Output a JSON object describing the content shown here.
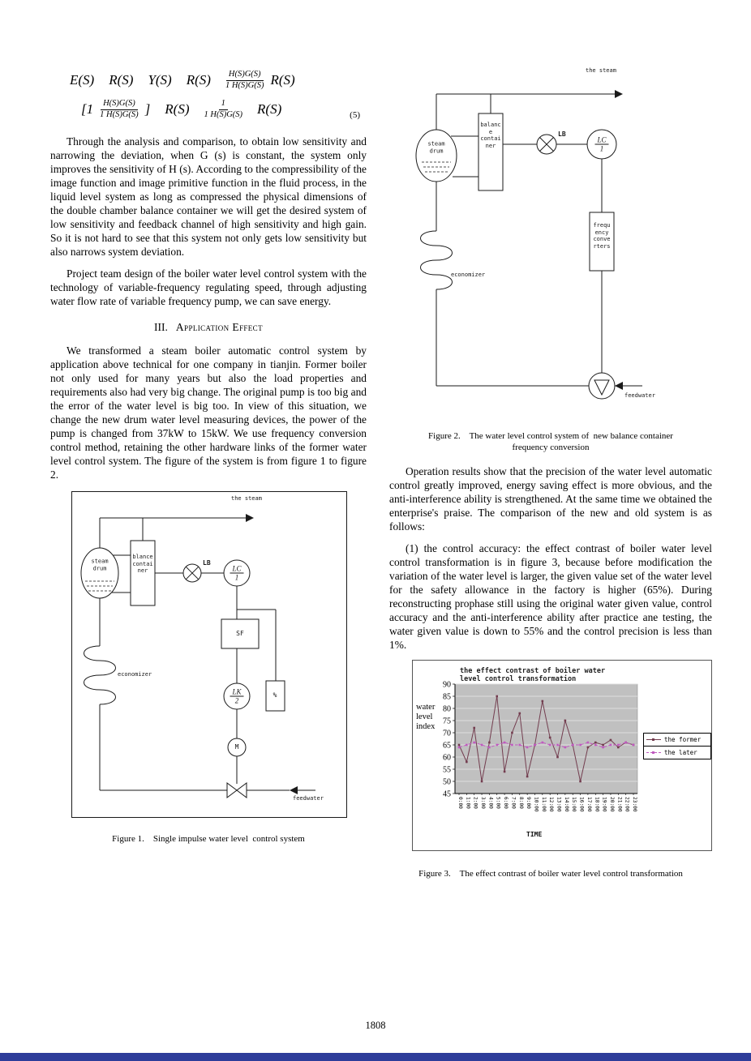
{
  "page": {
    "number": "1808",
    "bottom_bar_color": "#2e3d9a"
  },
  "equations": {
    "line1": {
      "t1": "E(S)",
      "t2": "R(S)",
      "t3": "Y(S)",
      "t4": "R(S)",
      "frac1_num": "H(S)G(S)",
      "frac1_den": "1 H(S)G(S)",
      "t5": "R(S)"
    },
    "line2": {
      "t1": "[1",
      "frac1_num": "H(S)G(S)",
      "frac1_den": "1 H(S)G(S)",
      "t2": "]",
      "t3": "R(S)",
      "frac2_num": "1",
      "frac2_den": "1 H(S)G(S)",
      "t4": "R(S)",
      "number": "(5)"
    }
  },
  "left_column": {
    "para1": "Through the analysis and comparison, to obtain low sensitivity and narrowing the deviation, when G (s) is constant, the system only improves the sensitivity of H (s). According to the compressibility of the image function and image primitive function in the fluid process, in the liquid level system as long as compressed the physical dimensions of the double chamber balance container we will get the desired system of low sensitivity and feedback channel of high sensitivity and high gain. So it is not hard to see that this system not only gets low sensitivity but also narrows system deviation.",
    "para2": "Project team design of the boiler water level control system with the technology of variable-frequency regulating speed, through adjusting water flow rate of variable frequency pump, we can save energy.",
    "heading_number": "III.",
    "heading_title": "Application Effect",
    "para3": "We transformed a steam boiler automatic control system by application above technical for one company in tianjin. Former boiler not only used for many years but also the load properties and requirements also had very big change. The original pump is too big and the error of the water level is big too. In view of this situation, we change the new drum water level measuring devices, the power of the pump is changed from 37kW to 15kW. We use frequency conversion control method, retaining the other hardware links of the former water level control system. The figure of the system is from figure 1 to figure 2."
  },
  "figure1": {
    "caption": "Figure 1.    Single impulse water level  control system",
    "labels": {
      "steam_line": "the steam",
      "drum_line1": "steam",
      "drum_line2": "drum",
      "balance_l1": "blance",
      "balance_l2": "contai",
      "balance_l3": "ner",
      "lb": "LB",
      "lc_top": "LC",
      "lc_bottom": "1",
      "sf": "SF",
      "lk_top": "LK",
      "lk_bottom": "2",
      "percent": "%",
      "motor": "M",
      "economizer": "economizer",
      "feedwater": "feedwater"
    }
  },
  "figure2": {
    "caption_line1": "Figure 2.    The water level control system of  new balance container",
    "caption_line2": "frequency conversion",
    "labels": {
      "steam_line": "the steam",
      "drum_line1": "steam",
      "drum_line2": "drum",
      "balance_l1": "balanc",
      "balance_l2": "e",
      "balance_l3": "contai",
      "balance_l4": "ner",
      "lb": "LB",
      "lc_top": "LC",
      "lc_bottom": "1",
      "freq_l1": "frequ",
      "freq_l2": "ency",
      "freq_l3": "conve",
      "freq_l4": "rters",
      "economizer": "economizer",
      "feedwater": "feedwater"
    }
  },
  "right_column": {
    "para1": "Operation results show that the precision of the water level automatic control greatly improved, energy saving effect is more obvious, and the anti-interference ability is strengthened. At the same time we obtained the enterprise's praise. The comparison of the new and old system is as follows:",
    "para2": "(1) the control accuracy: the effect contrast of boiler water level control transformation is in figure 3, because before modification the variation of the water level is larger, the given value set of the water level for the safety allowance in the factory is higher (65%). During reconstructing prophase still using the original water given value, control accuracy and the anti-interference ability after practice ane testing, the water given value is down to 55% and the control precision is less than 1%."
  },
  "figure3": {
    "caption": "Figure 3.    The effect contrast of boiler water level control transformation",
    "chart_data": {
      "type": "line",
      "title_line1": "the effect contrast of boiler water",
      "title_line2": "level control transformation",
      "ylabel_lines": [
        "water",
        "level",
        "index"
      ],
      "xlabel": "TIME",
      "ylim": [
        45,
        90
      ],
      "yticks": [
        90,
        85,
        80,
        75,
        70,
        65,
        60,
        55,
        50,
        45
      ],
      "x": [
        "0:00",
        "1:00",
        "2:00",
        "3:00",
        "4:00",
        "5:00",
        "6:00",
        "7:00",
        "8:00",
        "9:00",
        "10:00",
        "11:00",
        "12:00",
        "13:00",
        "14:00",
        "15:00",
        "16:00",
        "17:00",
        "18:00",
        "19:00",
        "20:00",
        "21:00",
        "22:00",
        "23:00"
      ],
      "series": [
        {
          "name": "the former",
          "color": "#733d4f",
          "style": "solid",
          "values": [
            65,
            58,
            72,
            50,
            66,
            85,
            54,
            70,
            78,
            52,
            65,
            83,
            68,
            60,
            75,
            65,
            50,
            64,
            66,
            65,
            67,
            64,
            66,
            65
          ]
        },
        {
          "name": "the later",
          "color": "#c05bc0",
          "style": "dashed",
          "values": [
            64,
            65,
            66,
            65,
            64,
            65,
            66,
            65,
            65,
            64,
            65,
            66,
            65,
            65,
            64,
            65,
            65,
            66,
            65,
            64,
            65,
            65,
            66,
            65
          ]
        }
      ],
      "plot_bg": "#c0c0c0",
      "grid": true,
      "legend_position": "right"
    }
  }
}
